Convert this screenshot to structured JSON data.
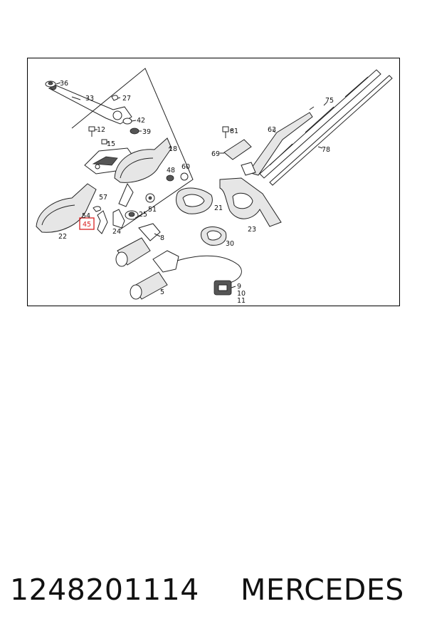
{
  "diagram": {
    "highlight_color": "#d81f1f",
    "highlighted_callout": "45",
    "callouts": {
      "c36": "36",
      "c33": "33",
      "c27": "27",
      "c42": "42",
      "c12": "12",
      "c39": "39",
      "c15": "15",
      "c18": "18",
      "c48": "48",
      "c60": "60",
      "c57": "57",
      "c51": "51",
      "c54": "54",
      "c45": "45",
      "c24": "24",
      "c25": "25",
      "c8": "8",
      "c22": "22",
      "c81": "81",
      "c63": "63",
      "c69": "69",
      "c75": "75",
      "c78": "78",
      "c21": "21",
      "c23": "23",
      "c30": "30",
      "c5": "5",
      "c9": "9",
      "c10": "10",
      "c11": "11"
    }
  },
  "caption": {
    "part_number": "1248201114",
    "brand": "MERCEDES"
  }
}
